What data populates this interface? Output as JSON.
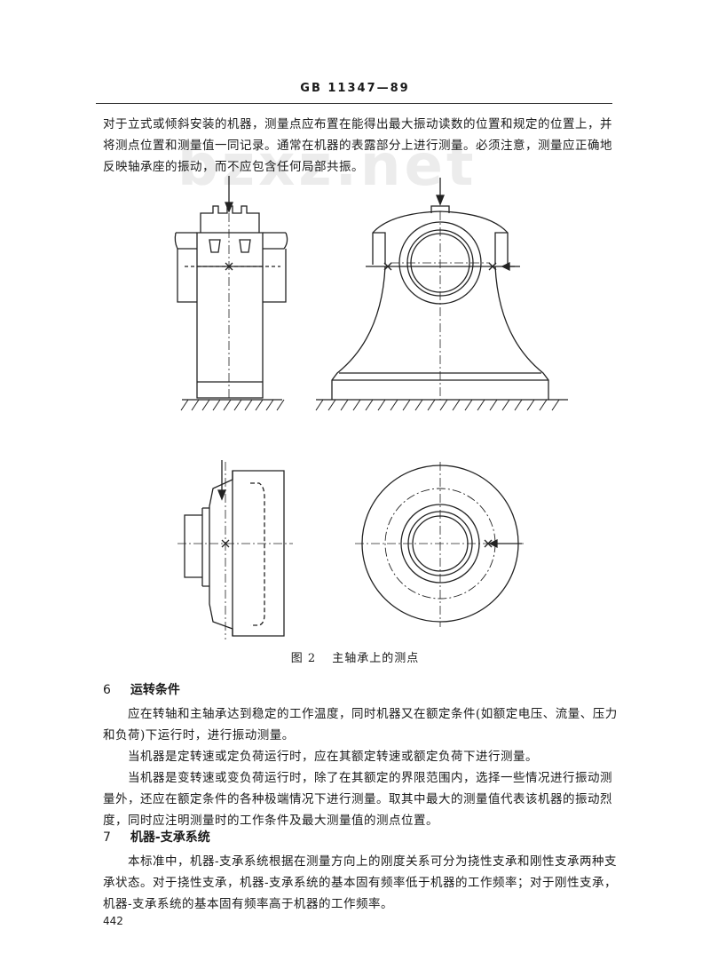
{
  "header": {
    "standard_no": "GB 11347—89"
  },
  "watermark": "bzxz.net",
  "intro_paragraph": "对于立式或倾斜安装的机器，测量点应布置在能得出最大振动读数的位置和规定的位置上，并将测点位置和测量值一同记录。通常在机器的表露部分上进行测量。必须注意，测量应正确地反映轴承座的振动，而不应包含任何局部共振。",
  "figure": {
    "number": "图 2",
    "title": "主轴承上的测点"
  },
  "section6": {
    "number": "6",
    "title": "运转条件",
    "paragraphs": [
      "应在转轴和主轴承达到稳定的工作温度，同时机器又在额定条件(如额定电压、流量、压力和负荷)下运行时，进行振动测量。",
      "当机器是定转速或定负荷运行时，应在其额定转速或额定负荷下进行测量。",
      "当机器是变转速或变负荷运行时，除了在其额定的界限范围内，选择一些情况进行振动测量外，还应在额定条件的各种极端情况下进行测量。取其中最大的测量值代表该机器的振动烈度，同时应注明测量时的工作条件及最大测量值的测点位置。"
    ]
  },
  "section7": {
    "number": "7",
    "title": "机器-支承系统",
    "paragraphs": [
      "本标准中，机器-支承系统根据在测量方向上的刚度关系可分为挠性支承和刚性支承两种支承状态。对于挠性支承，机器-支承系统的基本固有频率低于机器的工作频率；对于刚性支承，机器-支承系统的基本固有频率高于机器的工作频率。"
    ]
  },
  "page_number": "442"
}
